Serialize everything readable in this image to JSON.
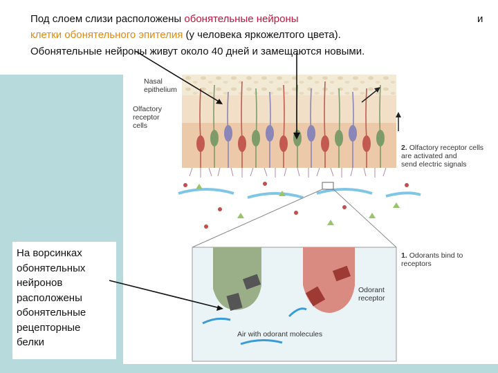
{
  "top_text": {
    "line1_prefix": "Под слоем слизи расположены ",
    "line1_highlight": "обонятельные нейроны",
    "line1_suffix": "и",
    "line2_highlight": "клетки обонятельного эпителия",
    "line2_suffix": " (у человека яркожелтого цвета).",
    "line3": "Обонятельные нейроны живут около 40 дней и замещаются новыми."
  },
  "side_note": {
    "text": "На ворсинках\nобонятельных\nнейронов\nрасположены\nобонятельные\nрецепторные\nбелки"
  },
  "illustration": {
    "label_nasal": "Nasal\nepithelium",
    "label_receptor_cells": "Olfactory\nreceptor\ncells",
    "step2_number": "2.",
    "step2_text": "Olfactory receptor cells\nare activated and\nsend electric signals",
    "step1_number": "1.",
    "step1_text": "Odorants bind to\nreceptors",
    "label_odorant_receptor": "Odorant\nreceptor",
    "label_air": "Air with odorant molecules"
  },
  "colors": {
    "highlight_red": "#c0143c",
    "highlight_orange": "#e08a12",
    "background": "#b7dbdc",
    "neuron_red": "#c25a50",
    "neuron_green": "#7d9c6a",
    "neuron_purple": "#8a86b8"
  }
}
